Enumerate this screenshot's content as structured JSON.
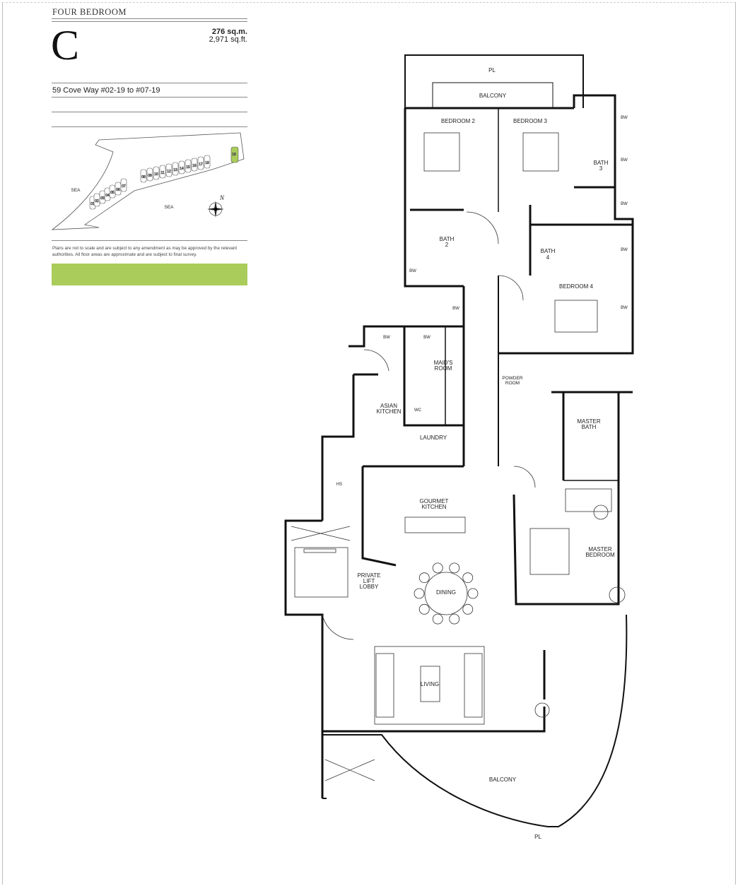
{
  "header": {
    "unit_type": "FOUR BEDROOM",
    "unit_letter": "C",
    "area_sqm": "276 sq.m.",
    "area_sqft": "2,971 sq.ft.",
    "address": "59 Cove Way #02-19 to #07-19"
  },
  "site_plan": {
    "sea_labels": [
      "SEA",
      "SEA"
    ],
    "units": [
      "01",
      "02",
      "03",
      "04",
      "05",
      "06",
      "07",
      "08",
      "09",
      "10",
      "11",
      "12",
      "13",
      "14",
      "15",
      "16",
      "17",
      "18",
      "19"
    ],
    "highlighted_unit": "19",
    "highlight_color": "#a9cc5a",
    "compass": "N"
  },
  "disclaimer": "Plans are not to scale and are subject to any amendment as may be approved by the relevant authorities. All floor areas are approximate and are subject to final survey.",
  "accent_color": "#a9cc5a",
  "rooms": {
    "pl_top": "PL",
    "balcony_top": "BALCONY",
    "bedroom2": "BEDROOM 2",
    "bedroom3": "BEDROOM 3",
    "bath3_a": "BATH",
    "bath3_b": "3",
    "bath2_a": "BATH",
    "bath2_b": "2",
    "bath4_a": "BATH",
    "bath4_b": "4",
    "bedroom4": "BEDROOM 4",
    "bw": "BW",
    "maids_a": "MAID'S",
    "maids_b": "ROOM",
    "powder_a": "POWDER",
    "powder_b": "ROOM",
    "asian_a": "ASIAN",
    "asian_b": "KITCHEN",
    "wc": "WC",
    "mbath_a": "MASTER",
    "mbath_b": "BATH",
    "laundry": "LAUNDRY",
    "hs": "HS",
    "gourmet_a": "GOURMET",
    "gourmet_b": "KITCHEN",
    "mbed_a": "MASTER",
    "mbed_b": "BEDROOM",
    "lift_a": "PRIVATE",
    "lift_b": "LIFT",
    "lift_c": "LOBBY",
    "dining": "DINING",
    "living": "LIVING",
    "balcony_bottom": "BALCONY",
    "pl_bottom": "PL"
  }
}
